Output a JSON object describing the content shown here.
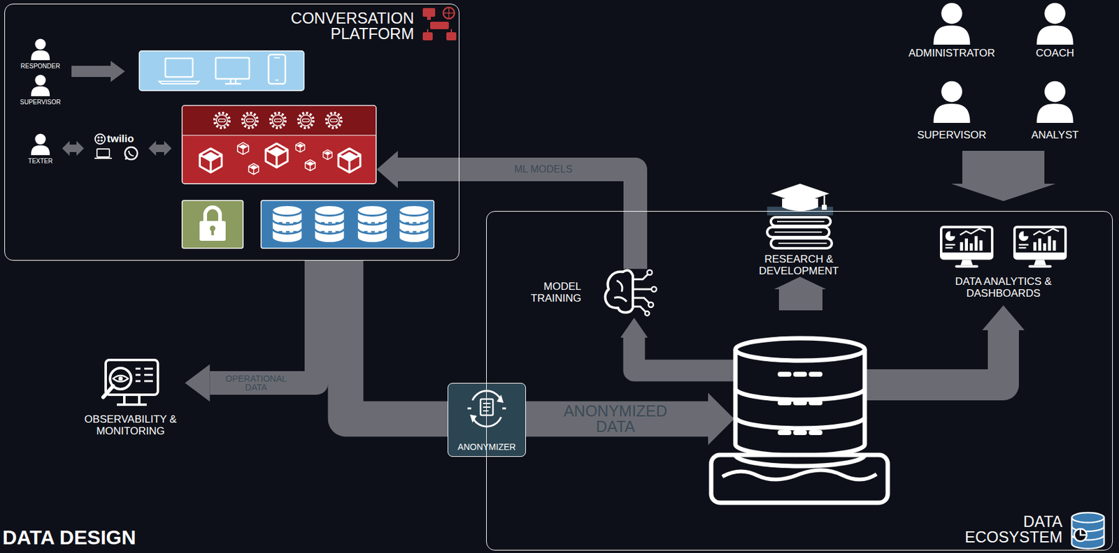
{
  "diagram": {
    "title": "DATA DESIGN",
    "nodes": [
      {
        "text": [
          "CONVERSATION PLATFORM"
        ]
      },
      {
        "text": [
          "OBSERVABILITY & MONITORING"
        ]
      },
      {
        "text": [
          "ANONYMIZER"
        ]
      },
      {
        "text": [
          "DATA ECOSYSTEM"
        ]
      },
      {
        "text": [
          "MODEL TRAINING"
        ],
        "in": 3
      },
      {
        "text": [
          "RESEARCH & DEVELOPMENT"
        ],
        "in": 3
      },
      {
        "text": [
          "DATA ANALYTICS & DASHBOARDS"
        ],
        "in": 3
      }
    ],
    "edges": [
      {
        "from": 0,
        "to": 1,
        "label": "OPERATIONAL DATA",
        "arrow": "to"
      },
      {
        "from": 0,
        "to": 2,
        "arrow": "none"
      },
      {
        "from": 2,
        "to": 3,
        "label": "ANONYMIZED DATA",
        "arrow": "to"
      },
      {
        "from": 4,
        "to": 0,
        "label": "ML MODELS",
        "arrow": "to"
      }
    ],
    "labels": [
      "RESPONDER",
      "SUPERVISOR",
      "TEXTER",
      "twilio",
      "ADMINISTRATOR",
      "COACH",
      "SUPERVISOR",
      "ANALYST"
    ]
  }
}
